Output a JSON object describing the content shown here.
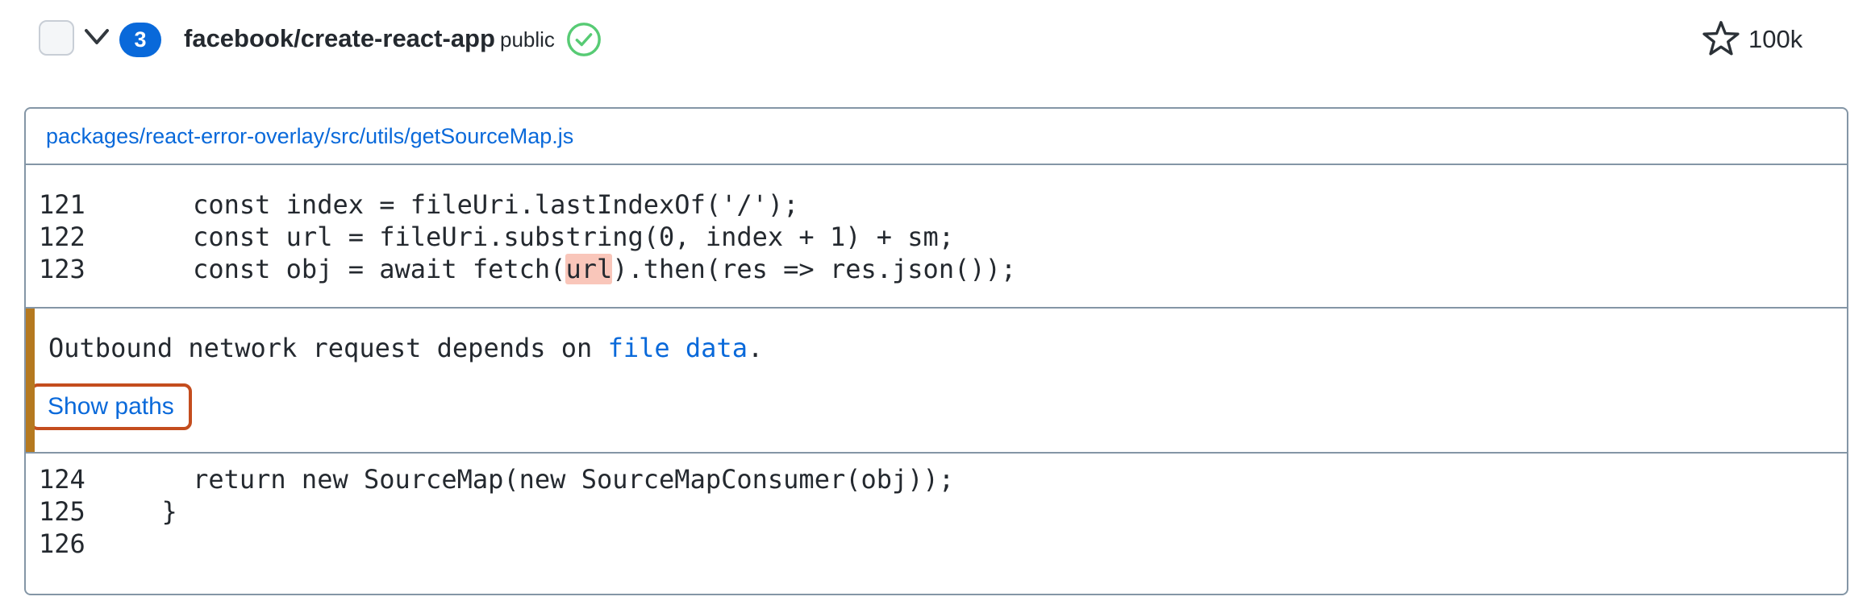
{
  "header": {
    "alert_count": "3",
    "repo_name": "facebook/create-react-app",
    "visibility": "public",
    "star_count": "100k"
  },
  "file": {
    "path": "packages/react-error-overlay/src/utils/getSourceMap.js"
  },
  "code": {
    "before": [
      {
        "num": "121",
        "code": "    const index = fileUri.lastIndexOf('/');"
      },
      {
        "num": "122",
        "code": "    const url = fileUri.substring(0, index + 1) + sm;"
      },
      {
        "num": "123",
        "pre": "    const obj = await fetch(",
        "highlight": "url",
        "post": ").then(res => res.json());"
      }
    ],
    "after": [
      {
        "num": "124",
        "code": "    return new SourceMap(new SourceMapConsumer(obj));"
      },
      {
        "num": "125",
        "code": "  }"
      },
      {
        "num": "126",
        "code": ""
      }
    ]
  },
  "alert": {
    "message_prefix": "Outbound network request depends on ",
    "message_link": "file data",
    "message_suffix": ".",
    "button_label": "Show paths"
  },
  "icons": {
    "expand": "chevron-down-icon",
    "status": "check-circle-icon",
    "stars": "star-icon"
  },
  "colors": {
    "badge_blue": "#0969da",
    "link_blue": "#0969da",
    "border_gray_blue": "#8496a6",
    "alert_bar_orange": "#b5791f",
    "annotation_orange": "#c44d1e",
    "token_highlight_red": "#f9c6ba",
    "success_green": "#57cb74"
  }
}
